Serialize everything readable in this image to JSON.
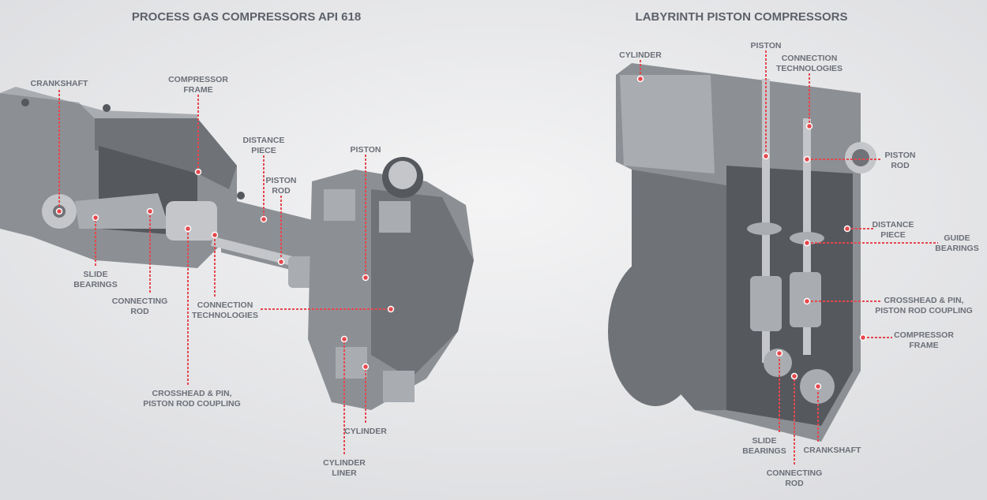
{
  "left": {
    "title": "PROCESS GAS COMPRESSORS API 618",
    "labels": {
      "crankshaft": "CRANKSHAFT",
      "compressor_frame": [
        "COMPRESSOR",
        "FRAME"
      ],
      "distance_piece": [
        "DISTANCE",
        "PIECE"
      ],
      "piston_rod": [
        "PISTON",
        "ROD"
      ],
      "piston": "PISTON",
      "slide_bearings": [
        "SLIDE",
        "BEARINGS"
      ],
      "connecting_rod": [
        "CONNECTING",
        "ROD"
      ],
      "connection_technologies": [
        "CONNECTION",
        "TECHNOLOGIES"
      ],
      "crosshead": [
        "CROSSHEAD & PIN,",
        "PISTON ROD COUPLING"
      ],
      "cylinder": "CYLINDER",
      "cylinder_liner": [
        "CYLINDER",
        "LINER"
      ]
    }
  },
  "right": {
    "title": "LABYRINTH PISTON COMPRESSORS",
    "labels": {
      "cylinder": "CYLINDER",
      "piston": "PISTON",
      "connection_technologies": [
        "CONNECTION",
        "TECHNOLOGIES"
      ],
      "piston_rod": [
        "PISTON",
        "ROD"
      ],
      "distance_piece": [
        "DISTANCE",
        "PIECE"
      ],
      "guide_bearings": [
        "GUIDE",
        "BEARINGS"
      ],
      "crosshead": [
        "CROSSHEAD & PIN,",
        "PISTON ROD COUPLING"
      ],
      "compressor_frame": [
        "COMPRESSOR",
        "FRAME"
      ],
      "slide_bearings": [
        "SLIDE",
        "BEARINGS"
      ],
      "crankshaft": "CRANKSHAFT",
      "connecting_rod": [
        "CONNECTING",
        "ROD"
      ]
    }
  },
  "colors": {
    "leader": "#e5484d",
    "label": "#6b6f78",
    "background": "#e9eaec"
  }
}
